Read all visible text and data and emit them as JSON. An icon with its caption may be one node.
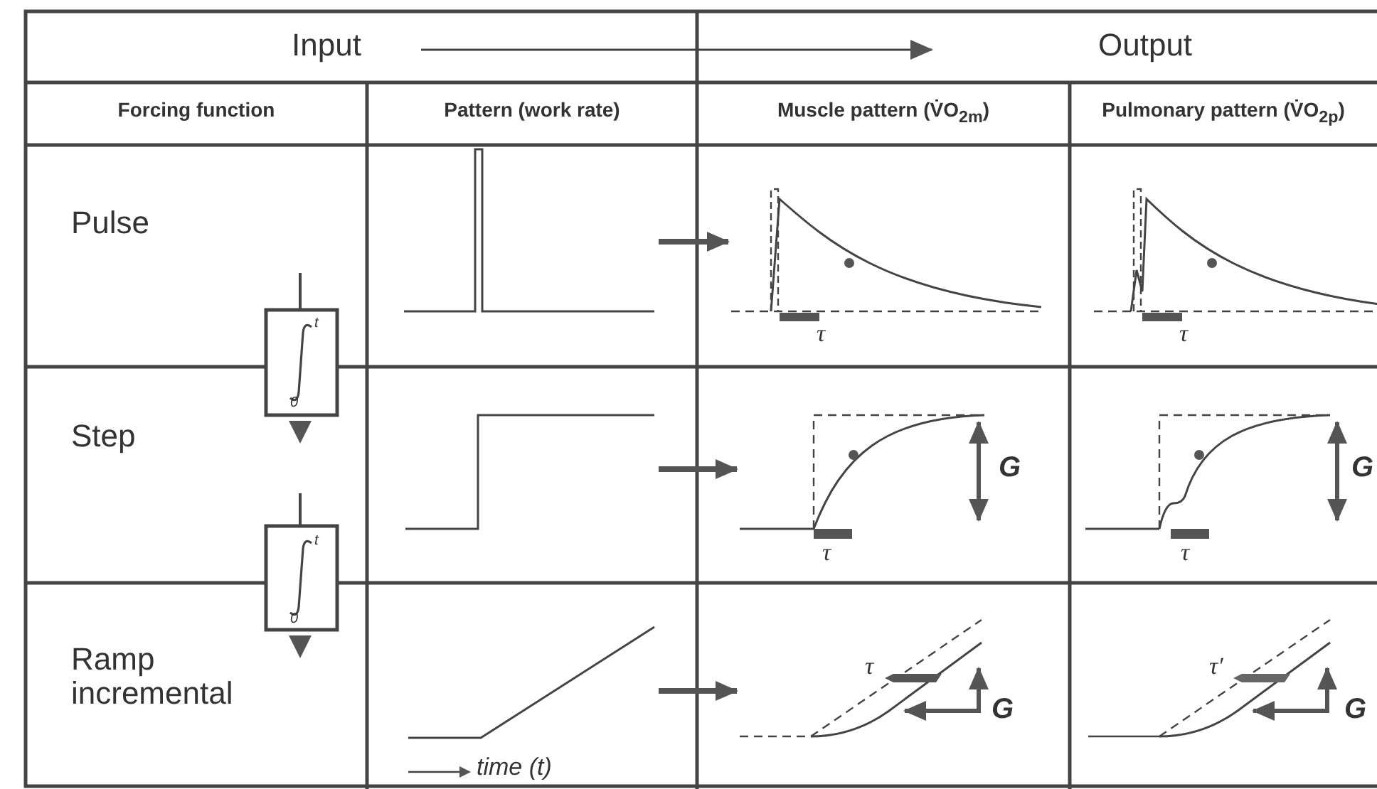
{
  "diagram": {
    "nodes": [
      {
        "text": [],
        "shape": "picture"
      },
      {
        "text": [],
        "shape": "picture"
      },
      {
        "text": [],
        "shape": "picture"
      },
      {
        "text": [],
        "shape": "picture"
      },
      {
        "text": [],
        "shape": "picture"
      },
      {
        "text": [],
        "shape": "picture"
      },
      {
        "text": [],
        "shape": "picture"
      },
      {
        "text": [],
        "shape": "picture"
      },
      {
        "text": [],
        "shape": "picture"
      }
    ],
    "edges": [
      {
        "from": 0,
        "to": 1,
        "arrow": "to"
      },
      {
        "from": 3,
        "to": 4,
        "arrow": "to"
      },
      {
        "from": 6,
        "to": 7,
        "arrow": "to"
      }
    ],
    "labels": [
      "Input",
      "Output",
      "Forcing function",
      "Pattern (work rate)",
      "Muscle pattern (V̇O$_{2m}$)",
      "Pulmonary pattern (V̇O$_{2p}$)",
      "Pulse",
      "τ",
      "τ",
      "t",
      "0",
      "Step",
      "G",
      "τ",
      "G",
      "τ",
      "t",
      "0",
      "Ramp incremental",
      "τ",
      "G",
      "τ′",
      "G",
      "time (t)"
    ]
  }
}
